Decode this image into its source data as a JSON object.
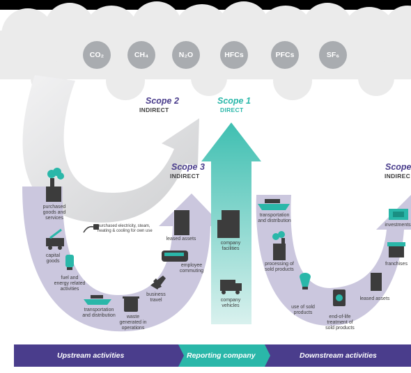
{
  "gases": [
    "CO₂",
    "CH₄",
    "N₂O",
    "HFCs",
    "PFCs",
    "SF₆"
  ],
  "scopes": {
    "scope2": {
      "title": "Scope 2",
      "subtitle": "INDIRECT"
    },
    "scope1": {
      "title": "Scope 1",
      "subtitle": "DIRECT"
    },
    "scope3": {
      "title": "Scope 3",
      "subtitle": "INDIRECT"
    },
    "scope3_down": {
      "title": "Scope",
      "subtitle": "INDIREC"
    }
  },
  "upstream": {
    "purchased_goods": "purchased\ngoods and\nservices",
    "purchased_electricity": "purchased electricity, steam,\nheating & cooling for own use",
    "capital_goods": "capital\ngoods",
    "fuel_energy": "fuel and\nenergy related\nactivities",
    "transport_distribution": "transportation\nand distribution",
    "waste": "waste\ngenerated in\noperations",
    "business_travel": "business\ntravel",
    "employee_commuting": "employee\ncommuting",
    "leased_assets": "leased assets"
  },
  "company": {
    "facilities": "company\nfacilities",
    "vehicles": "company\nvehicles"
  },
  "downstream": {
    "transport_distribution": "transportation\nand distribution",
    "processing": "processing of\nsold products",
    "use": "use of sold\nproducts",
    "end_of_life": "end-of-life\ntreatment of\nsold products",
    "leased_assets": "leased assets",
    "franchises": "franchises",
    "investments": "investments"
  },
  "bottom_bar": {
    "upstream": "Upstream activities",
    "reporting": "Reporting company",
    "downstream": "Downstream activities"
  },
  "colors": {
    "teal": "#2ab7a9",
    "purple": "#4a3d8c",
    "light_purple": "#c9c5dc",
    "gray": "#d4d5d7",
    "icon": "#3c3c3c"
  }
}
